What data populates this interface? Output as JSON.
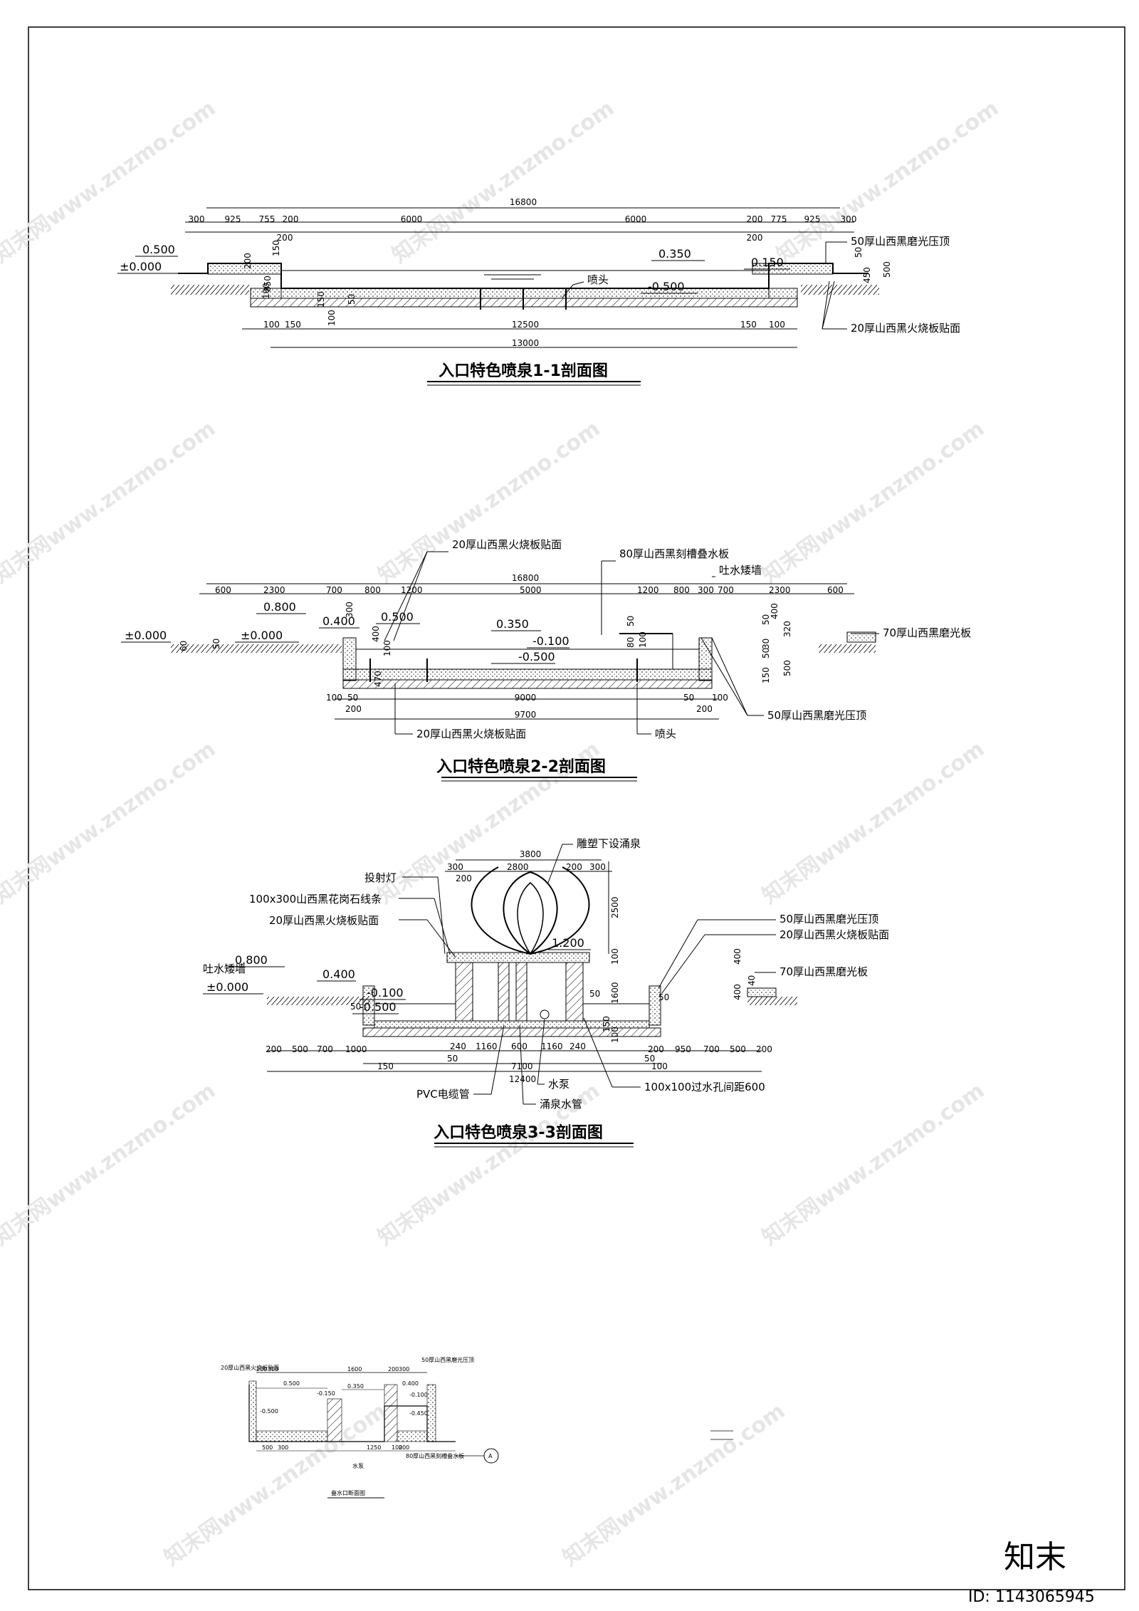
{
  "watermark": {
    "text": "知末网www.znzmo.com",
    "logo": "知末",
    "id": "ID: 1143065945"
  },
  "s1": {
    "title": "入口特色喷泉1-1剖面图",
    "top_total": "16800",
    "top_dims": [
      "300",
      "925",
      "755",
      "200",
      "6000",
      "6000",
      "200",
      "775",
      "925",
      "300"
    ],
    "sub200a": "200",
    "sub200b": "200",
    "lv_0500": "0.500",
    "lv_000": "±0.000",
    "lv_0350": "0.350",
    "lv_0150": "0.150",
    "lv_m0500": "-0.500",
    "v_150": "150",
    "v_200": "200",
    "v_850": "850",
    "v_100a": "100",
    "v_150b": "150",
    "v_50": "50",
    "v_100b": "100",
    "r_50": "50",
    "r_450": "450",
    "r_500": "500",
    "nozzle": "喷头",
    "bot_dims": [
      "100",
      "150",
      "12500",
      "150",
      "100"
    ],
    "bot_total": "13000",
    "label_cap": "50厚山西黑磨光压顶",
    "label_face": "20厚山西黑火烧板贴面"
  },
  "s2": {
    "title": "入口特色喷泉2-2剖面图",
    "label_face_top": "20厚山西黑火烧板贴面",
    "label_weir": "80厚山西黑刻槽叠水板",
    "label_wall": "吐水矮墙",
    "top_total": "16800",
    "top_dims": [
      "600",
      "2300",
      "700",
      "800",
      "1200",
      "5000",
      "1200",
      "800",
      "300",
      "700",
      "2300",
      "600"
    ],
    "lv_0800": "0.800",
    "lv_0400": "0.400",
    "lv_000a": "±0.000",
    "lv_000b": "±0.000",
    "lv_0500": "0.500",
    "lv_0350": "0.350",
    "lv_m0100": "-0.100",
    "lv_m0500": "-0.500",
    "v_300": "300",
    "v_400": "400",
    "v_100": "100",
    "v_470": "470",
    "v_50a": "50",
    "v_60": "60",
    "v_50b": "50",
    "v_80": "80",
    "v_100b": "100",
    "r_50": "50",
    "r_400": "400",
    "r_30": "30",
    "r_320": "320",
    "r_50b": "50",
    "r_150": "150",
    "r_500": "500",
    "label_slab": "70厚山西黑磨光板",
    "bot_dims": [
      "100",
      "50",
      "9000",
      "50",
      "100"
    ],
    "bot_200a": "200",
    "bot_200b": "200",
    "bot_total": "9700",
    "label_face_bot": "20厚山西黑火烧板贴面",
    "nozzle": "喷头",
    "label_cap": "50厚山西黑磨光压顶"
  },
  "s3": {
    "title": "入口特色喷泉3-3剖面图",
    "label_spring": "雕塑下设涌泉",
    "label_light": "投射灯",
    "label_granite": "100x300山西黑花岗石线条",
    "label_face": "20厚山西黑火烧板贴面",
    "label_wall": "吐水矮墙",
    "top_3800": "3800",
    "top_dims": [
      "300",
      "2800",
      "200",
      "300"
    ],
    "top_200": "200",
    "v_2500": "2500",
    "v_100": "100",
    "v_1600": "1600",
    "v_50": "50",
    "v_150": "150",
    "v_100b": "100",
    "lv_1200": "1.200",
    "lv_0800": "0.800",
    "lv_0400": "0.400",
    "lv_000": "±0.000",
    "lv_m0100": "-0.100",
    "lv_m0500": "-0.500",
    "v_50b": "50",
    "v_50c": "50",
    "r_cap": "50厚山西黑磨光压顶",
    "r_face": "20厚山西黑火烧板贴面",
    "r_400": "400",
    "r_400b": "400",
    "r_40": "40",
    "r_slab": "70厚山西黑磨光板",
    "bot_dims": [
      "200",
      "500",
      "700",
      "1000",
      "240",
      "1160",
      "600",
      "1160",
      "240",
      "200",
      "950",
      "700",
      "500",
      "200"
    ],
    "bot_50": "50",
    "bot_50b": "50",
    "bot_150": "150",
    "bot_7100": "7100",
    "bot_100": "100",
    "bot_12400": "12400",
    "pvc": "PVC电缆管",
    "pump": "水泵",
    "pipe": "涌泉水管",
    "hole": "100x100过水孔间距600"
  },
  "s4": {
    "title": "叠水口断面图",
    "label_face": "20厚山西黑火烧板贴面",
    "label_cap": "50厚山西黑磨光压顶",
    "dims": [
      "200",
      "300",
      "1600",
      "200",
      "300"
    ],
    "lv": [
      "0.500",
      "0.350",
      "0.400",
      "-0.150",
      "-0.100",
      "-0.500",
      "-0.450"
    ],
    "bot": [
      "500",
      "300",
      "1250",
      "100",
      "200"
    ],
    "pump": "水泵",
    "weir": "80厚山西黑刻槽叠水板",
    "marker": "A"
  }
}
